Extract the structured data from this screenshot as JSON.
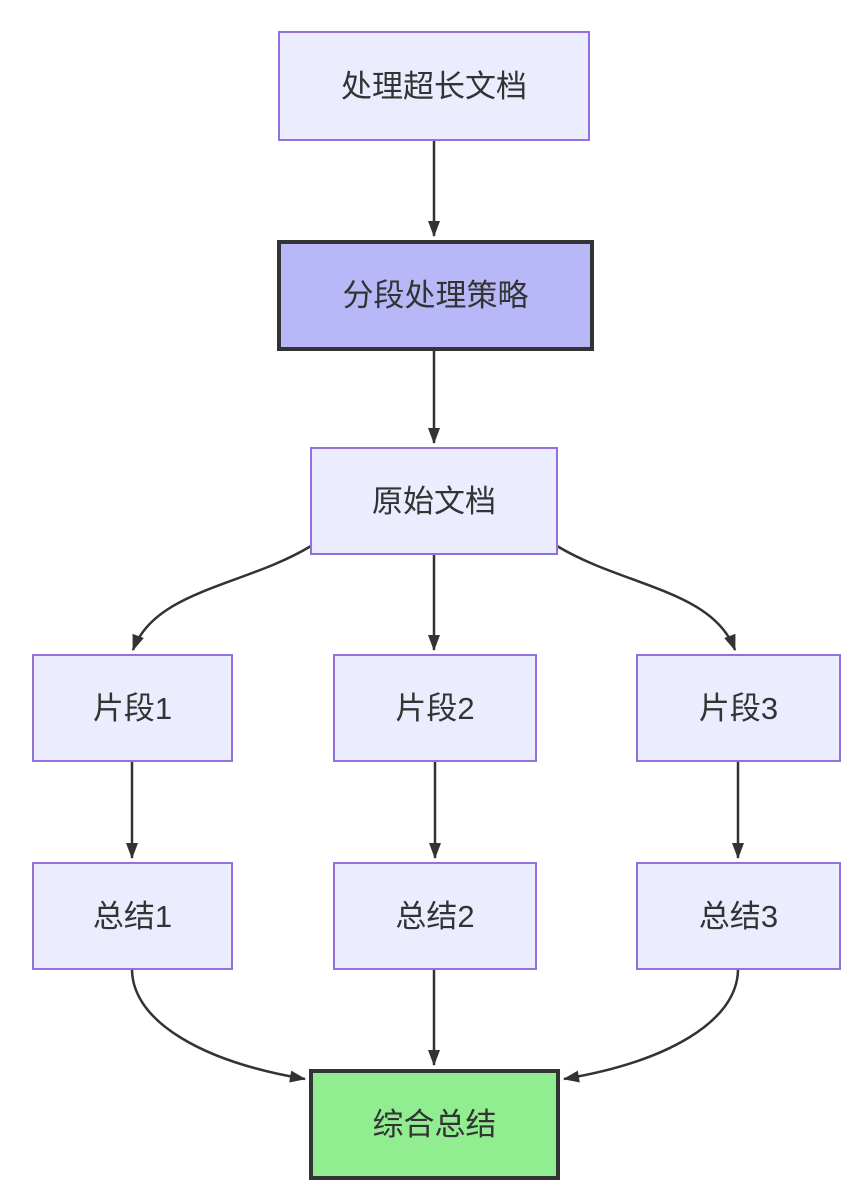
{
  "diagram": {
    "type": "flowchart",
    "direction": "top-down",
    "nodes": [
      {
        "id": "A",
        "label": "处理超长文档",
        "kind": "default"
      },
      {
        "id": "B",
        "label": "分段处理策略",
        "kind": "emphasis"
      },
      {
        "id": "C",
        "label": "原始文档",
        "kind": "default"
      },
      {
        "id": "D1",
        "label": "片段1",
        "kind": "default"
      },
      {
        "id": "D2",
        "label": "片段2",
        "kind": "default"
      },
      {
        "id": "D3",
        "label": "片段3",
        "kind": "default"
      },
      {
        "id": "E1",
        "label": "总结1",
        "kind": "default"
      },
      {
        "id": "E2",
        "label": "总结2",
        "kind": "default"
      },
      {
        "id": "E3",
        "label": "总结3",
        "kind": "default"
      },
      {
        "id": "F",
        "label": "综合总结",
        "kind": "result"
      }
    ],
    "edges": [
      {
        "from": "A",
        "to": "B"
      },
      {
        "from": "B",
        "to": "C"
      },
      {
        "from": "C",
        "to": "D1"
      },
      {
        "from": "C",
        "to": "D2"
      },
      {
        "from": "C",
        "to": "D3"
      },
      {
        "from": "D1",
        "to": "E1"
      },
      {
        "from": "D2",
        "to": "E2"
      },
      {
        "from": "D3",
        "to": "E3"
      },
      {
        "from": "E1",
        "to": "F"
      },
      {
        "from": "E2",
        "to": "F"
      },
      {
        "from": "E3",
        "to": "F"
      }
    ],
    "colors": {
      "background": "#FFFFFF",
      "node_fill": "#ECECFF",
      "node_border": "#9370DB",
      "emphasis_fill": "#B8B8F8",
      "emphasis_border": "#333333",
      "result_fill": "#90EE90",
      "result_border": "#333333",
      "edge": "#333333",
      "text": "#333333"
    }
  }
}
